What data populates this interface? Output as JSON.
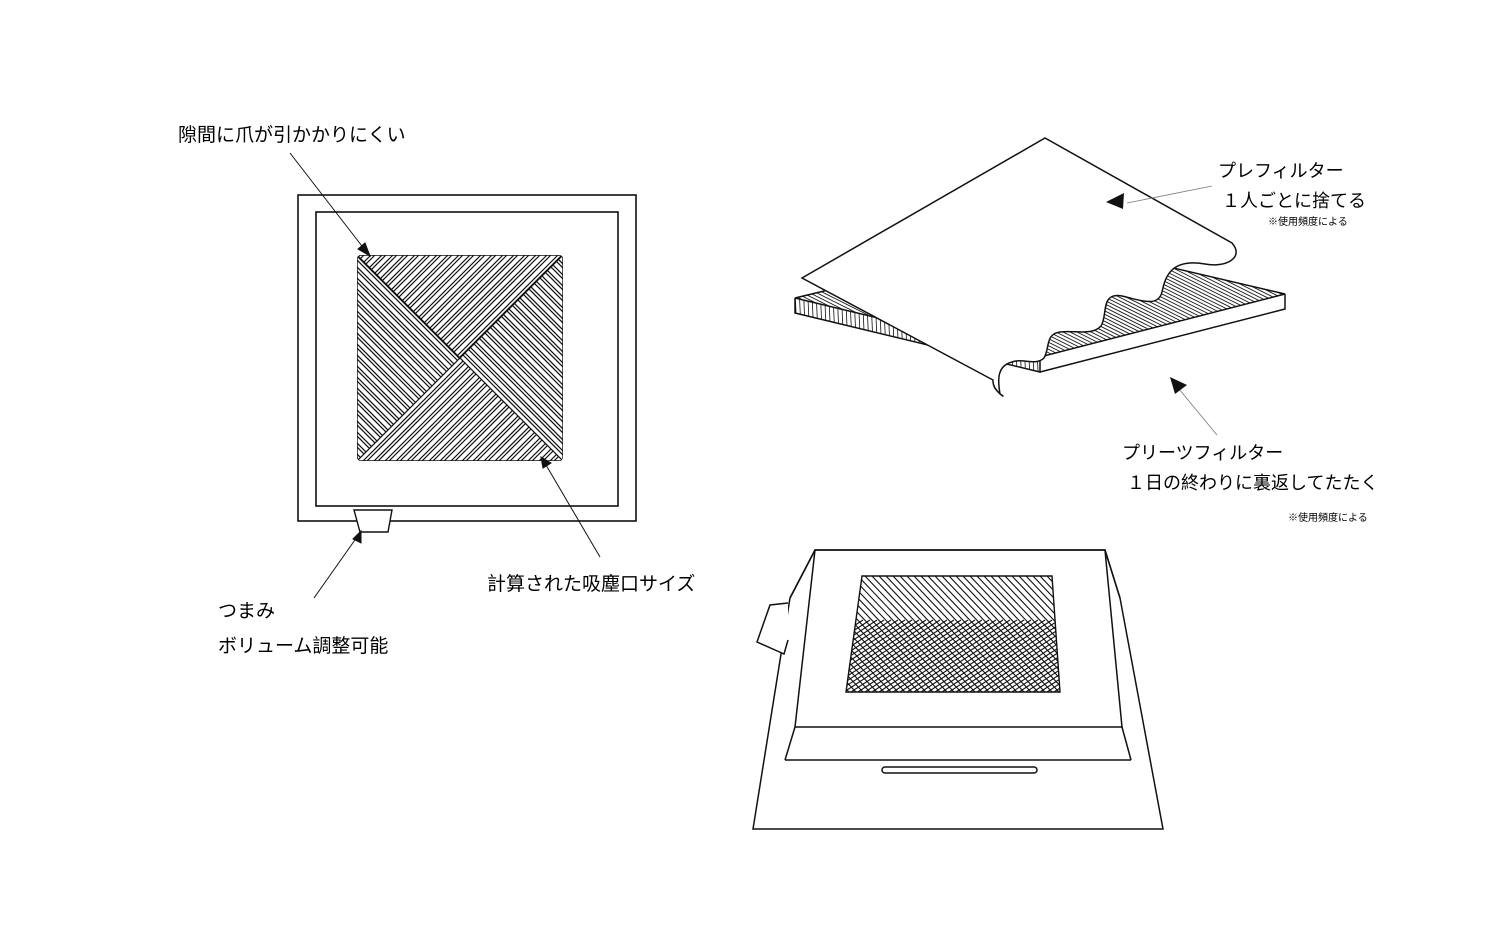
{
  "labels": {
    "gap_claw": "隙間に爪が引かかりにくい",
    "knob_title": "つまみ",
    "knob_desc": "ボリューム調整可能",
    "intake_size": "計算された吸塵口サイズ",
    "prefilter_title": "プレフィルター",
    "prefilter_desc": "１人ごとに捨てる",
    "prefilter_note": "※使用頻度による",
    "pleats_title": "プリーツフィルター",
    "pleats_desc": "１日の終わりに裏返してたたく",
    "pleats_note": "※使用頻度による"
  },
  "colors": {
    "ink": "#111111",
    "leader": "#666666",
    "paper": "#ffffff"
  }
}
